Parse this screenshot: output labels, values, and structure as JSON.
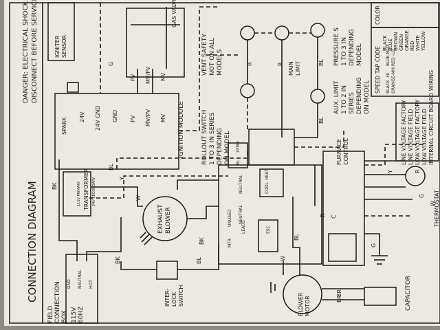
{
  "panel": {
    "paper_color": "#ebe9e2",
    "ink_color": "#1b1b1b"
  },
  "title": "CONNECTION DIAGRAM",
  "danger": {
    "line1": "DANGER: ELECTRICAL SHOCK HAZARD",
    "line2": "DISCONNECT BEFORE SERVICING"
  },
  "field_box": {
    "line1": "FIELD",
    "line2": "CONNECTION",
    "line3": "BOX",
    "voltage1": "115V",
    "voltage2": "60HZ",
    "terms": [
      "GND",
      "NEUTRAL",
      "HOT"
    ]
  },
  "ignitor": {
    "line1": "IGNITER",
    "line2": "SENSOR"
  },
  "ignition_module": {
    "title": "IGNITION MODULE",
    "terms": [
      "SPARK",
      "24V",
      "24V GND",
      "GND",
      "PV",
      "MV/PV",
      "MV"
    ]
  },
  "gas_valve": {
    "label": "GAS VALVE",
    "terms": [
      "PV",
      "MV/PV",
      "MV"
    ]
  },
  "rollout": {
    "line1": "ROLLOUT SWITCH",
    "line2": "1 TO 3 IN SERIES",
    "line3": "DEPENDING",
    "line4": "ON MODEL"
  },
  "vent_safety": {
    "line1": "VENT SAFETY",
    "line2": "NOT ON ALL",
    "line3": "MODELS"
  },
  "main_limit": {
    "line1": "MAIN",
    "line2": "LIMIT"
  },
  "pressure": {
    "line1": "PRESSURE S",
    "line2": "1 TO 3 IN",
    "line3": "DEPENDING",
    "line4": "MODEL"
  },
  "aux_limit": {
    "line1": "AUX. LIMIT",
    "line2": "1 TO 2 IN",
    "line3": "SERIES",
    "line4": "DEPENDING",
    "line5": "ON MODEL"
  },
  "transformer": {
    "label": "TRANSFORMER",
    "primary": "115V PRIMARY",
    "secondary": "24V SECONDARY"
  },
  "exhaust": {
    "line1": "EXHAUST",
    "line2": "BLOWER"
  },
  "interlock": {
    "line1": "INTER-",
    "line2": "LOCK",
    "line3": "SWITCH"
  },
  "blower_motor": {
    "line1": "BLOWER",
    "line2": "MOTOR"
  },
  "capacitor": {
    "label": "CAPACITOR"
  },
  "thermostat": {
    "label": "THERMOSTAT"
  },
  "furnace_control": {
    "line1": "FURNACE",
    "line2": "CONTROL",
    "neutral1": "NEUTRAL",
    "neutral2": "NEUTRAL",
    "unused": "UNUSED",
    "leads": "LEADS",
    "mtr": "MTR",
    "heat": "HEAT",
    "cool": "COOL",
    "esc": "ESC",
    "xfmr": "XFMR",
    "bl": "BL"
  },
  "color_key": {
    "title": "COLOR",
    "colors": [
      "BLACK",
      "BLUE",
      "BROWN",
      "GREEN",
      "ORANGE",
      "RED",
      "WHITE",
      "YELLOW"
    ]
  },
  "speed_tap": {
    "title": "SPEED TAP CODE",
    "black": "BLACK -HI",
    "orange": "ORANGE-MHI",
    "blue": "BLUE-MLO",
    "red": "RED -LO"
  },
  "legend": {
    "lines": [
      "LINE VOLTAGE FACTORY",
      "LINE VOLTAGE FIELD",
      "LOW VOLTAGE FACTORY",
      "LOW VOLTAGE FIELD",
      "INTERNAL CIRCUIT BOARD WIRING"
    ]
  },
  "wire_labels": {
    "bk": "BK",
    "bl": "BL",
    "r": "R",
    "w": "W",
    "y": "Y",
    "g": "G",
    "br": "BR",
    "c": "C"
  }
}
